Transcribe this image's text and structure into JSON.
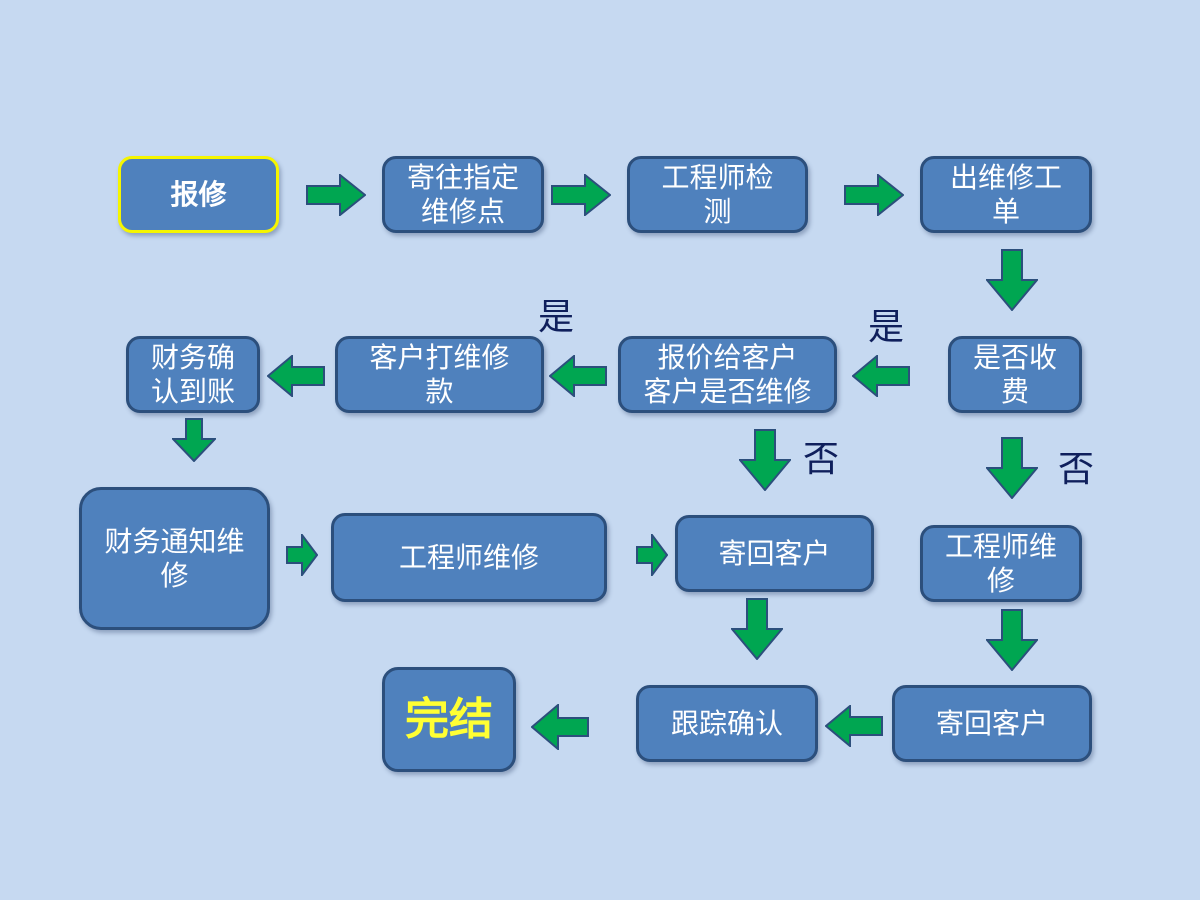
{
  "nodes": {
    "report_repair": "报修",
    "send_to_center": "寄往指定\n维修点",
    "engineer_inspect": "工程师检\n测",
    "issue_work_order": "出维修工\n单",
    "charge_check": "是否收\n费",
    "quote_customer": "报价给客户\n客户是否维修",
    "customer_pays": "客户打维修\n款",
    "finance_confirm": "财务确\n认到账",
    "finance_notify": "财务通知维\n修",
    "engineer_repair_paid": "工程师维修",
    "return_customer_mid": "寄回客户",
    "engineer_repair_free": "工程师维\n修",
    "return_customer_right": "寄回客户",
    "follow_up": "跟踪确认",
    "complete": "完结"
  },
  "labels": {
    "yes_left": "是",
    "yes_right": "是",
    "no_mid": "否",
    "no_right": "否"
  },
  "colors": {
    "background": "#c6d9f1",
    "node_fill": "#4f81bd",
    "node_border": "#2c4f7c",
    "start_border": "#f5f500",
    "end_text": "#ffff33",
    "arrow_fill": "#00a651",
    "arrow_stroke": "#2c4f7c",
    "label_text": "#0f1f5c"
  }
}
